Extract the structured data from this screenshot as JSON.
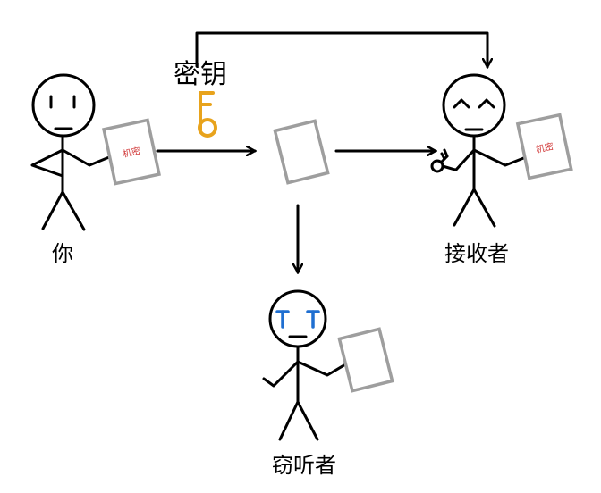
{
  "labels": {
    "you": "你",
    "receiver": "接收者",
    "eavesdropper": "窃听者",
    "key": "密钥"
  },
  "documents": {
    "secret": "机密"
  },
  "colors": {
    "key": "#e8a31c",
    "document_border": "#9e9e9e",
    "document_text": "#d23b3b",
    "tears": "#1f6fd1"
  }
}
